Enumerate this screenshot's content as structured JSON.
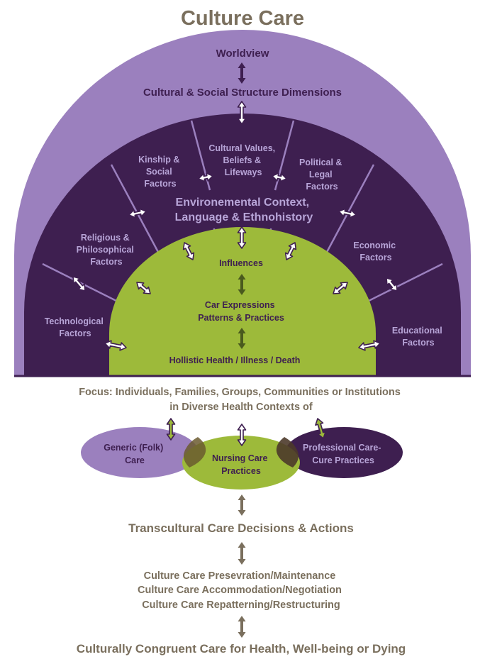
{
  "colors": {
    "light_purple": "#9B80BE",
    "dark_purple": "#3E1F50",
    "green": "#9DBA3A",
    "taupe": "#7A6F5D",
    "dark_green": "#4A5A1E",
    "white": "#FFFFFF"
  },
  "title": "Culture Care",
  "outer_arch": {
    "worldview": "Worldview",
    "dimensions": "Cultural & Social Structure Dimensions"
  },
  "factors": {
    "technological": [
      "Technological",
      "Factors"
    ],
    "religious": [
      "Religious &",
      "Philosophical",
      "Factors"
    ],
    "kinship": [
      "Kinship &",
      "Social",
      "Factors"
    ],
    "cultural_values": [
      "Cultural Values,",
      "Beliefs &",
      "Lifeways"
    ],
    "political": [
      "Political &",
      "Legal",
      "Factors"
    ],
    "economic": [
      "Economic",
      "Factors"
    ],
    "educational": [
      "Educational",
      "Factors"
    ]
  },
  "environment": [
    "Environemental Context,",
    "Language & Ethnohistory"
  ],
  "inner_dome": {
    "influences": "Influences",
    "expressions": [
      "Car Expressions",
      "Patterns & Practices"
    ],
    "health": "Hollistic Health / Illness / Death"
  },
  "focus": [
    "Focus: Individuals, Families, Groups, Communities or Institutions",
    "in Diverse Health Contexts of"
  ],
  "care_systems": {
    "generic": [
      "Generic (Folk)",
      "Care"
    ],
    "nursing": [
      "Nursing Care",
      "Practices"
    ],
    "professional": [
      "Professional Care-",
      "Cure Practices"
    ]
  },
  "decisions": "Transcultural Care Decisions & Actions",
  "modes": [
    "Culture Care Presevration/Maintenance",
    "Culture Care Accommodation/Negotiation",
    "Culture Care Repatterning/Restructuring"
  ],
  "outcome": "Culturally Congruent Care for Health, Well-being or Dying"
}
